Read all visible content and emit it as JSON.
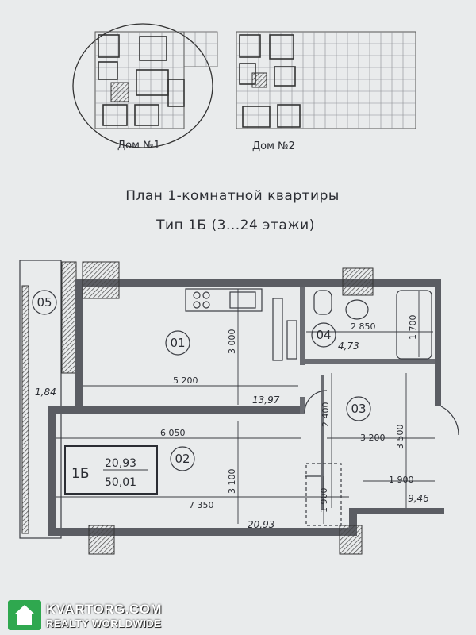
{
  "site_plan": {
    "house1_label": "Дом №1",
    "house2_label": "Дом №2"
  },
  "title": {
    "line1": "План 1-комнатной квартиры",
    "line2": "Тип 1Б (3...24 этажи)"
  },
  "rooms": {
    "r01": "01",
    "r02": "02",
    "r03": "03",
    "r04": "04",
    "r05": "05"
  },
  "areas": {
    "a01": "13,97",
    "a02": "20,93",
    "a03": "9,46",
    "a04": "4,73",
    "a05": "1,84"
  },
  "dimensions": {
    "d5200": "5 200",
    "d3000": "3 000",
    "d2850": "2 850",
    "d1700": "1 700",
    "d2400": "2 400",
    "d6050": "6 050",
    "d3200": "3 200",
    "d3500": "3 500",
    "d3100": "3 100",
    "d7350": "7 350",
    "d1900a": "1 900",
    "d1900b": "1 900"
  },
  "legend": {
    "type": "1Б",
    "living_area": "20,93",
    "total_area": "50,01"
  },
  "watermark": {
    "brand": "KVARTORG.COM",
    "tagline": "REALTY WORLDWIDE"
  }
}
